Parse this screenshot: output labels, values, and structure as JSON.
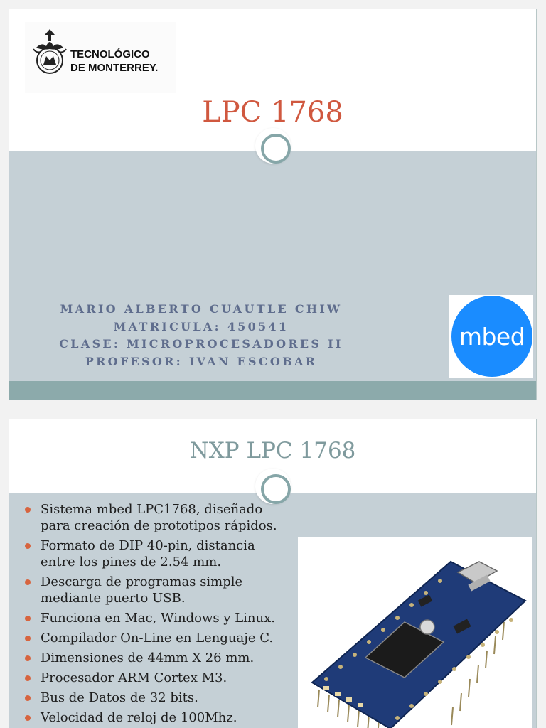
{
  "slide1": {
    "logo": {
      "line1": "TECNOLÓGICO",
      "line2": "DE MONTERREY."
    },
    "title": "LPC 1768",
    "author_lines": [
      "MARIO ALBERTO CUAUTLE CHIW",
      "MATRICULA: 450541",
      "CLASE: MICROPROCESADORES II",
      "PROFESOR: IVAN ESCOBAR"
    ],
    "mbed_logo": "mbed",
    "colors": {
      "title": "#d0583f",
      "band": "#c5d0d6",
      "strip": "#8caaab",
      "mbed": "#1a8cff",
      "author": "#5f6d8d"
    }
  },
  "slide2": {
    "title": "NXP LPC 1768",
    "bullets": [
      "Sistema mbed LPC1768, diseñado para creación de prototipos rápidos.",
      "Formato de DIP 40-pin, distancia entre los pines de 2.54 mm.",
      "Descarga de programas simple mediante puerto USB.",
      "Funciona en Mac, Windows y Linux.",
      "Compilador On-Line en Lenguaje C.",
      "Dimensiones de 44mm X 26 mm.",
      "Procesador ARM Cortex M3.",
      "Bus de Datos de 32 bits.",
      "Velocidad de reloj de 100Mhz."
    ],
    "colors": {
      "title": "#7f9a9d",
      "bullet": "#d7643f"
    }
  }
}
